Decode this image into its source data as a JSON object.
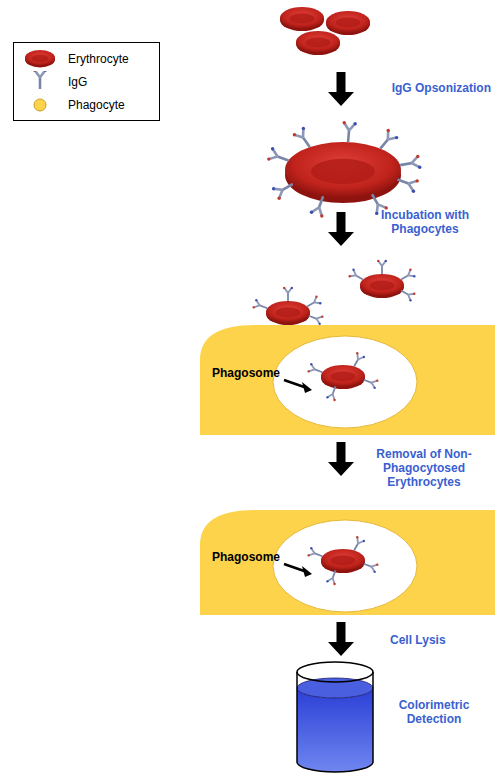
{
  "diagram": {
    "labels": [
      "IgG Opsonization",
      "Incubation with Phagocytes",
      "Phagosome",
      "Removal of Non-Phagocytosed Erythrocytes",
      "Phagosome",
      "Cell Lysis",
      "Colorimetric Detection"
    ],
    "legend": [
      {
        "text": "Erythrocyte"
      },
      {
        "text": "IgG"
      },
      {
        "text": "Phagocyte",
        "color": "#fdd34b"
      }
    ]
  }
}
